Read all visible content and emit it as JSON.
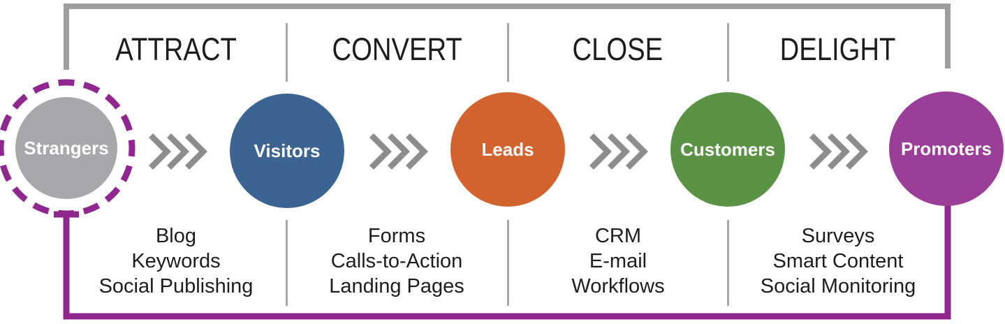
{
  "diagram": {
    "stages": [
      {
        "label": "ATTRACT",
        "tools": [
          "Blog",
          "Keywords",
          "Social Publishing"
        ]
      },
      {
        "label": "CONVERT",
        "tools": [
          "Forms",
          "Calls-to-Action",
          "Landing Pages"
        ]
      },
      {
        "label": "CLOSE",
        "tools": [
          "CRM",
          "E-mail",
          "Workflows"
        ]
      },
      {
        "label": "DELIGHT",
        "tools": [
          "Surveys",
          "Smart Content",
          "Social Monitoring"
        ]
      }
    ],
    "personas": [
      {
        "label": "Strangers",
        "color": "#a6a8ab"
      },
      {
        "label": "Visitors",
        "color": "#3b6492"
      },
      {
        "label": "Leads",
        "color": "#d2622e"
      },
      {
        "label": "Customers",
        "color": "#5b9346"
      },
      {
        "label": "Promoters",
        "color": "#9b3e98"
      }
    ],
    "colors": {
      "top_loop": "#9c9ea0",
      "bottom_loop": "#90278e",
      "dashed_ring": "#90278e",
      "chevron": "#8b8d8f",
      "divider": "#a6a8ab",
      "label_text": "#1d1d1f",
      "circle_text": "#ffffff",
      "background": "#ffffff"
    }
  }
}
